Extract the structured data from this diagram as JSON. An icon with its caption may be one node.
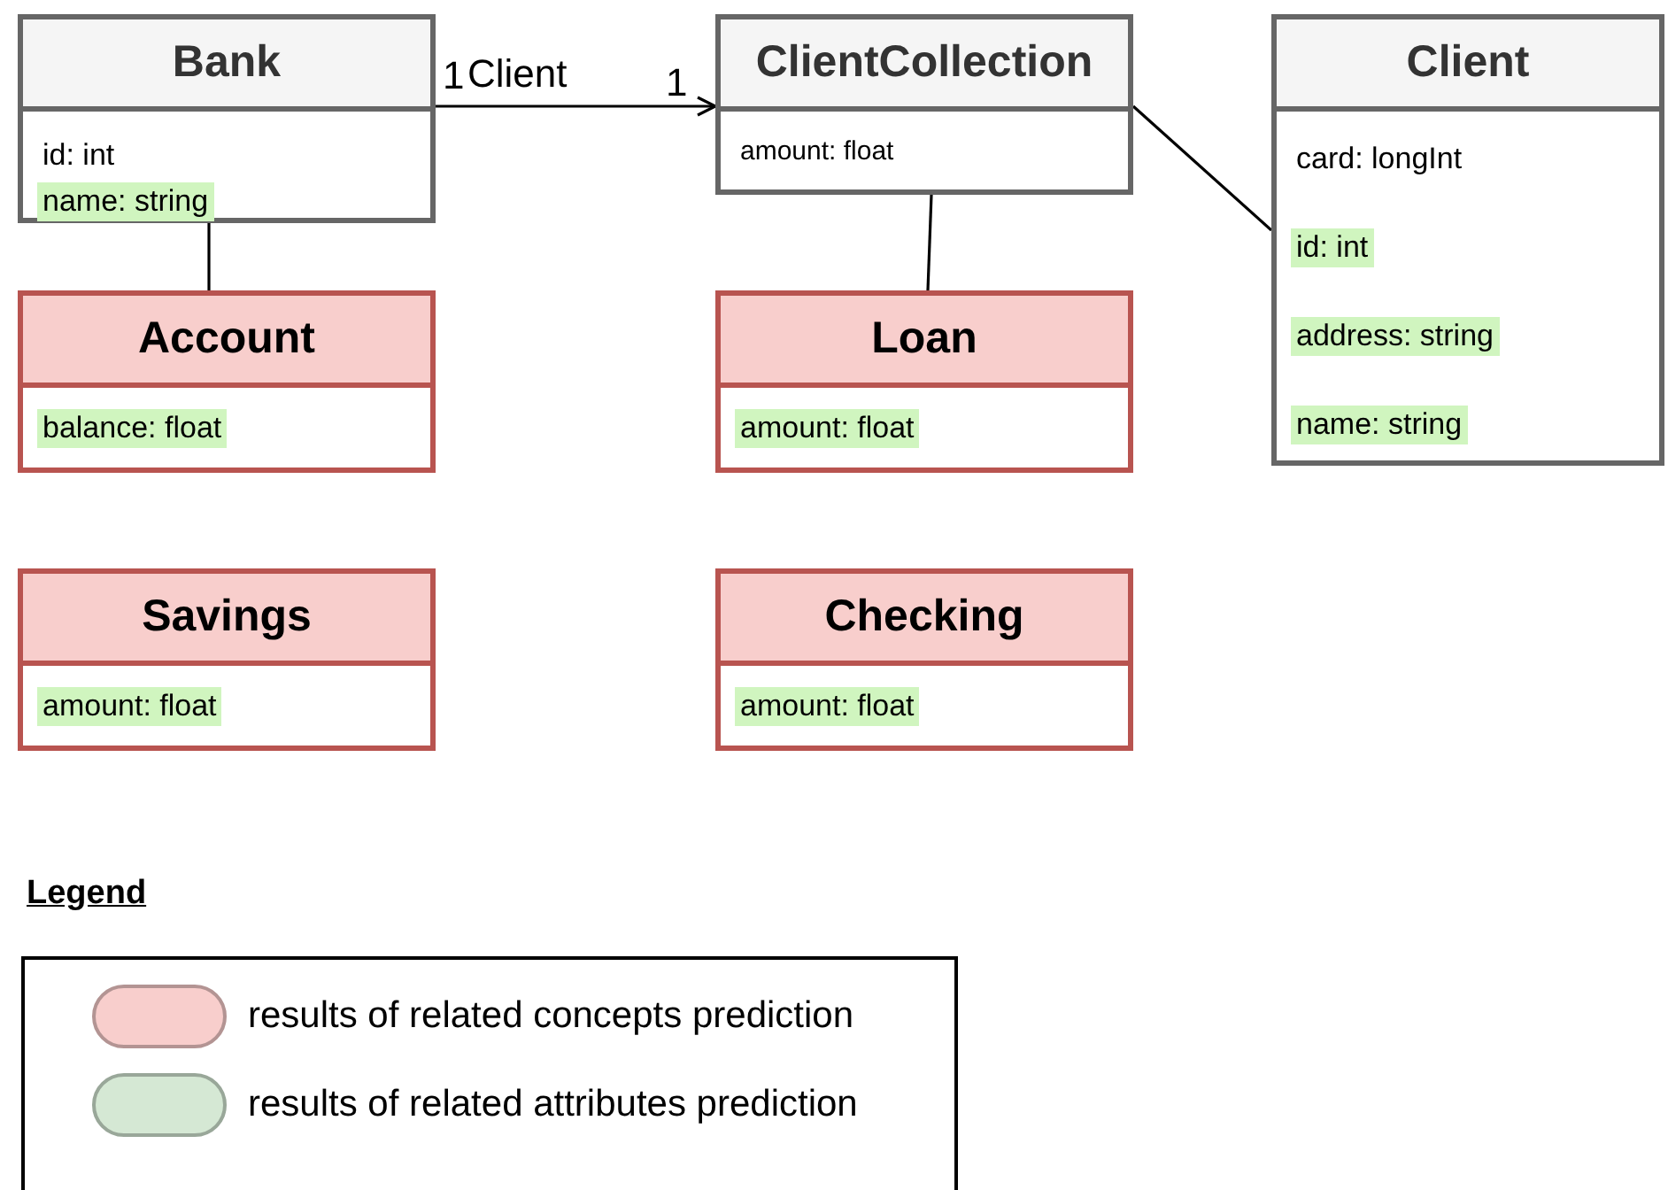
{
  "diagram": {
    "nodes": [
      {
        "text": [
          "Bank",
          "id: int",
          "name: string"
        ]
      },
      {
        "text": [
          "ClientCollection",
          "amount: float"
        ]
      },
      {
        "text": [
          "Client",
          "card: longInt",
          "id: int",
          "address: string",
          "name: string"
        ]
      },
      {
        "text": [
          "Account",
          "balance: float"
        ]
      },
      {
        "text": [
          "Loan",
          "amount: float"
        ]
      },
      {
        "text": [
          "Savings",
          "amount: float"
        ]
      },
      {
        "text": [
          "Checking",
          "amount: float"
        ]
      }
    ],
    "edges": [
      {
        "from": 0,
        "to": 1,
        "arrow": "to",
        "label": "Client"
      },
      {
        "from": 0,
        "to": 3,
        "arrow": "none"
      },
      {
        "from": 1,
        "to": 4,
        "arrow": "none"
      },
      {
        "from": 1,
        "to": 2,
        "arrow": "none"
      }
    ],
    "labels": [
      "1",
      "1",
      "Legend"
    ],
    "legend": [
      {
        "text": "results of related concepts prediction",
        "color": "#f8cecc"
      },
      {
        "text": "results of related attributes prediction",
        "color": "#d5e8d4"
      }
    ]
  }
}
